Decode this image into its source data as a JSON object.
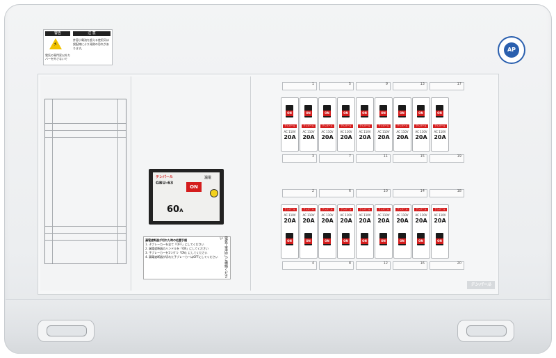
{
  "warning_label": {
    "header_left": "警告",
    "header_right": "注 意",
    "text_right": "許容小電流を超える使用又は誤配線により発熱の恐れがあります。",
    "text_left": "電気の専門家以外カバーを外さないで"
  },
  "certification_mark": {
    "text": "AP"
  },
  "main_breaker": {
    "brand_label": "テンパール",
    "model": "GBU-63",
    "on_label": "ON",
    "rating": "60",
    "unit": "A",
    "ground_fault_label": "漏電"
  },
  "instruction_sheet": {
    "lines": [
      "漏電遮断器が切れた時の処置手順",
      "1. 子ブレーカーを全て「OFF」にしてください",
      "2. 漏電遮断器のハンドルを「ON」にしてください",
      "3. 子ブレーカーを1つずつ「ON」にしてください",
      "4. 漏電遮断器が切れた子ブレーカーはOFFにしてください"
    ],
    "caution_text": "電気工事店にご連絡ください"
  },
  "top_row_labels": [
    "1",
    "5",
    "9",
    "13",
    "17"
  ],
  "top_row_bottom_labels": [
    "3",
    "7",
    "11",
    "15",
    "19"
  ],
  "bottom_row_labels": [
    "2",
    "6",
    "10",
    "14",
    "18"
  ],
  "bottom_row_bottom_labels": [
    "4",
    "8",
    "12",
    "16",
    "20"
  ],
  "branch_breakers_top": [
    {
      "on": "ON",
      "brand": "テンパール",
      "voltage": "AC 110V",
      "amp": "20A"
    },
    {
      "on": "ON",
      "brand": "テンパール",
      "voltage": "AC 110V",
      "amp": "20A"
    },
    {
      "on": "ON",
      "brand": "テンパール",
      "voltage": "AC 110V",
      "amp": "20A"
    },
    {
      "on": "ON",
      "brand": "テンパール",
      "voltage": "AC 110V",
      "amp": "20A"
    },
    {
      "on": "ON",
      "brand": "テンパール",
      "voltage": "AC 110V",
      "amp": "20A"
    },
    {
      "on": "ON",
      "brand": "テンパール",
      "voltage": "AC 110V",
      "amp": "20A"
    },
    {
      "on": "ON",
      "brand": "テンパール",
      "voltage": "AC 110V",
      "amp": "20A"
    },
    {
      "on": "ON",
      "brand": "テンパール",
      "voltage": "AC 110V",
      "amp": "20A"
    },
    {
      "on": "ON",
      "brand": "テンパール",
      "voltage": "AC 110V",
      "amp": "20A"
    }
  ],
  "branch_breakers_bottom": [
    {
      "on": "ON",
      "brand": "テンパール",
      "voltage": "AC 110V",
      "amp": "20A"
    },
    {
      "on": "ON",
      "brand": "テンパール",
      "voltage": "AC 110V",
      "amp": "20A"
    },
    {
      "on": "ON",
      "brand": "テンパール",
      "voltage": "AC 110V",
      "amp": "20A"
    },
    {
      "on": "ON",
      "brand": "テンパール",
      "voltage": "AC 110V",
      "amp": "20A"
    },
    {
      "on": "ON",
      "brand": "テンパール",
      "voltage": "AC 110V",
      "amp": "20A"
    },
    {
      "on": "ON",
      "brand": "テンパール",
      "voltage": "AC 110V",
      "amp": "20A"
    },
    {
      "on": "ON",
      "brand": "テンパール",
      "voltage": "AC 110V",
      "amp": "20A"
    },
    {
      "on": "ON",
      "brand": "テンパール",
      "voltage": "AC 110V",
      "amp": "20A"
    },
    {
      "on": "ON",
      "brand": "テンパール",
      "voltage": "AC 110V",
      "amp": "20A"
    }
  ],
  "panel_brand": "テンパール",
  "colors": {
    "switch_red": "#d41d1d",
    "panel_white": "#f3f4f5",
    "cert_blue": "#2a5fae"
  }
}
